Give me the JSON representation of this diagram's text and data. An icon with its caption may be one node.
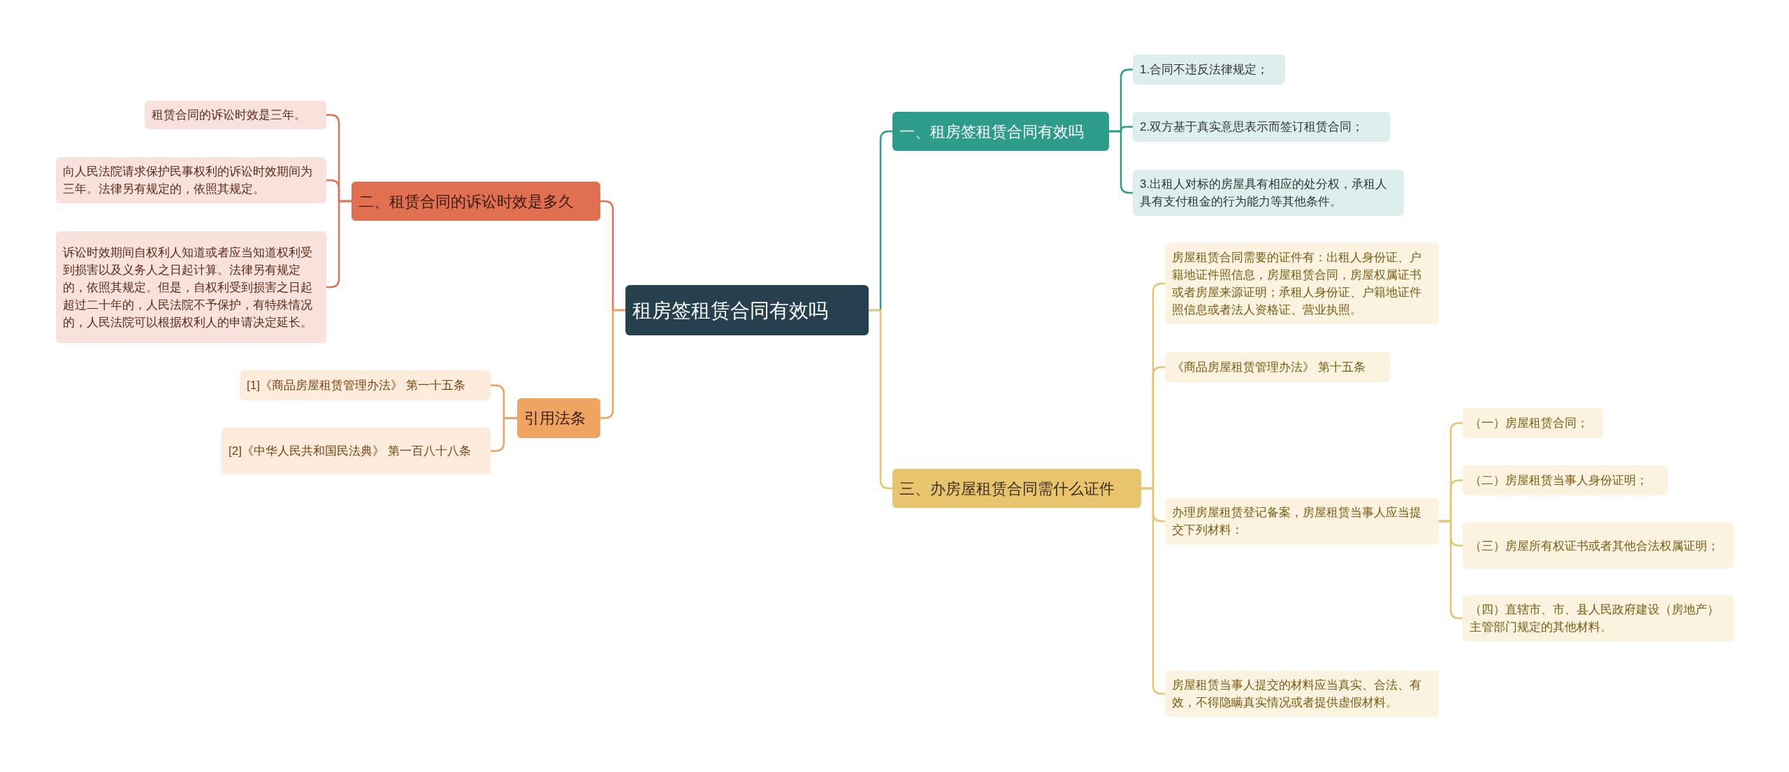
{
  "diagram": {
    "nodes": [
      {
        "text": [
          "租房签租赁合同有效吗"
        ]
      },
      {
        "text": [
          "一、租房签租赁合同有效吗"
        ]
      },
      {
        "text": [
          "1.合同不违反法律规定；"
        ]
      },
      {
        "text": [
          "2.双方基于真实意思表示而签订租赁合同；"
        ]
      },
      {
        "text": [
          "3.出租人对标的房屋具有相应的处分权，承租人具有支付租金的行为能力等其他条件。"
        ]
      },
      {
        "text": [
          "三、办房屋租赁合同需什么证件"
        ]
      },
      {
        "text": [
          "房屋租赁合同需要的证件有：出租人身份证、户籍地证件照信息，房屋租赁合同，房屋权属证书或者房屋来源证明；承租人身份证、户籍地证件照信息或者法人资格证、营业执照。"
        ]
      },
      {
        "text": [
          "《商品房屋租赁管理办法》 第十五条"
        ]
      },
      {
        "text": [
          "办理房屋租赁登记备案，房屋租赁当事人应当提交下列材料："
        ]
      },
      {
        "text": [
          "（一）房屋租赁合同；"
        ]
      },
      {
        "text": [
          "（二）房屋租赁当事人身份证明；"
        ]
      },
      {
        "text": [
          "（三）房屋所有权证书或者其他合法权属证明；"
        ]
      },
      {
        "text": [
          "（四）直辖市、市、县人民政府建设（房地产）主管部门规定的其他材料。"
        ]
      },
      {
        "text": [
          "房屋租赁当事人提交的材料应当真实、合法、有效，不得隐瞒真实情况或者提供虚假材料。"
        ]
      },
      {
        "text": [
          "二、租赁合同的诉讼时效是多久"
        ]
      },
      {
        "text": [
          "租赁合同的诉讼时效是三年。"
        ]
      },
      {
        "text": [
          "向人民法院请求保护民事权利的诉讼时效期间为三年。法律另有规定的，依照其规定。"
        ]
      },
      {
        "text": [
          "诉讼时效期间自权利人知道或者应当知道权利受到损害以及义务人之日起计算。法律另有规定的，依照其规定。但是，自权利受到损害之日起超过二十年的，人民法院不予保护，有特殊情况的，人民法院可以根据权利人的申请决定延长。"
        ]
      },
      {
        "text": [
          "引用法条"
        ]
      },
      {
        "text": [
          "[1]《商品房屋租赁管理办法》 第一十五条"
        ]
      },
      {
        "text": [
          "[2]《中华人民共和国民法典》 第一百八十八条"
        ]
      }
    ],
    "edges": [
      {
        "from": 0,
        "to": 1,
        "arrow": "none",
        "color": "#2e9c8b"
      },
      {
        "from": 1,
        "to": 2,
        "arrow": "none",
        "color": "#2e9c8b"
      },
      {
        "from": 1,
        "to": 3,
        "arrow": "none",
        "color": "#2e9c8b"
      },
      {
        "from": 1,
        "to": 4,
        "arrow": "none",
        "color": "#2e9c8b"
      },
      {
        "from": 0,
        "to": 5,
        "arrow": "none"
      },
      {
        "from": 5,
        "to": 6,
        "arrow": "none"
      },
      {
        "from": 5,
        "to": 7,
        "arrow": "none"
      },
      {
        "from": 5,
        "to": 8,
        "arrow": "none"
      },
      {
        "from": 8,
        "to": 9,
        "arrow": "none"
      },
      {
        "from": 8,
        "to": 10,
        "arrow": "none"
      },
      {
        "from": 8,
        "to": 11,
        "arrow": "none"
      },
      {
        "from": 8,
        "to": 12,
        "arrow": "none"
      },
      {
        "from": 5,
        "to": 13,
        "arrow": "none"
      },
      {
        "from": 0,
        "to": 14,
        "arrow": "none",
        "color": "#e07050"
      },
      {
        "from": 14,
        "to": 15,
        "arrow": "none",
        "color": "#e07050"
      },
      {
        "from": 14,
        "to": 16,
        "arrow": "none",
        "color": "#e07050"
      },
      {
        "from": 14,
        "to": 17,
        "arrow": "none",
        "color": "#e07050"
      },
      {
        "from": 0,
        "to": 18,
        "arrow": "none",
        "color": "#eea05e"
      },
      {
        "from": 18,
        "to": 19,
        "arrow": "none",
        "color": "#eea05e"
      },
      {
        "from": 18,
        "to": 20,
        "arrow": "none",
        "color": "#eea05e"
      }
    ]
  }
}
